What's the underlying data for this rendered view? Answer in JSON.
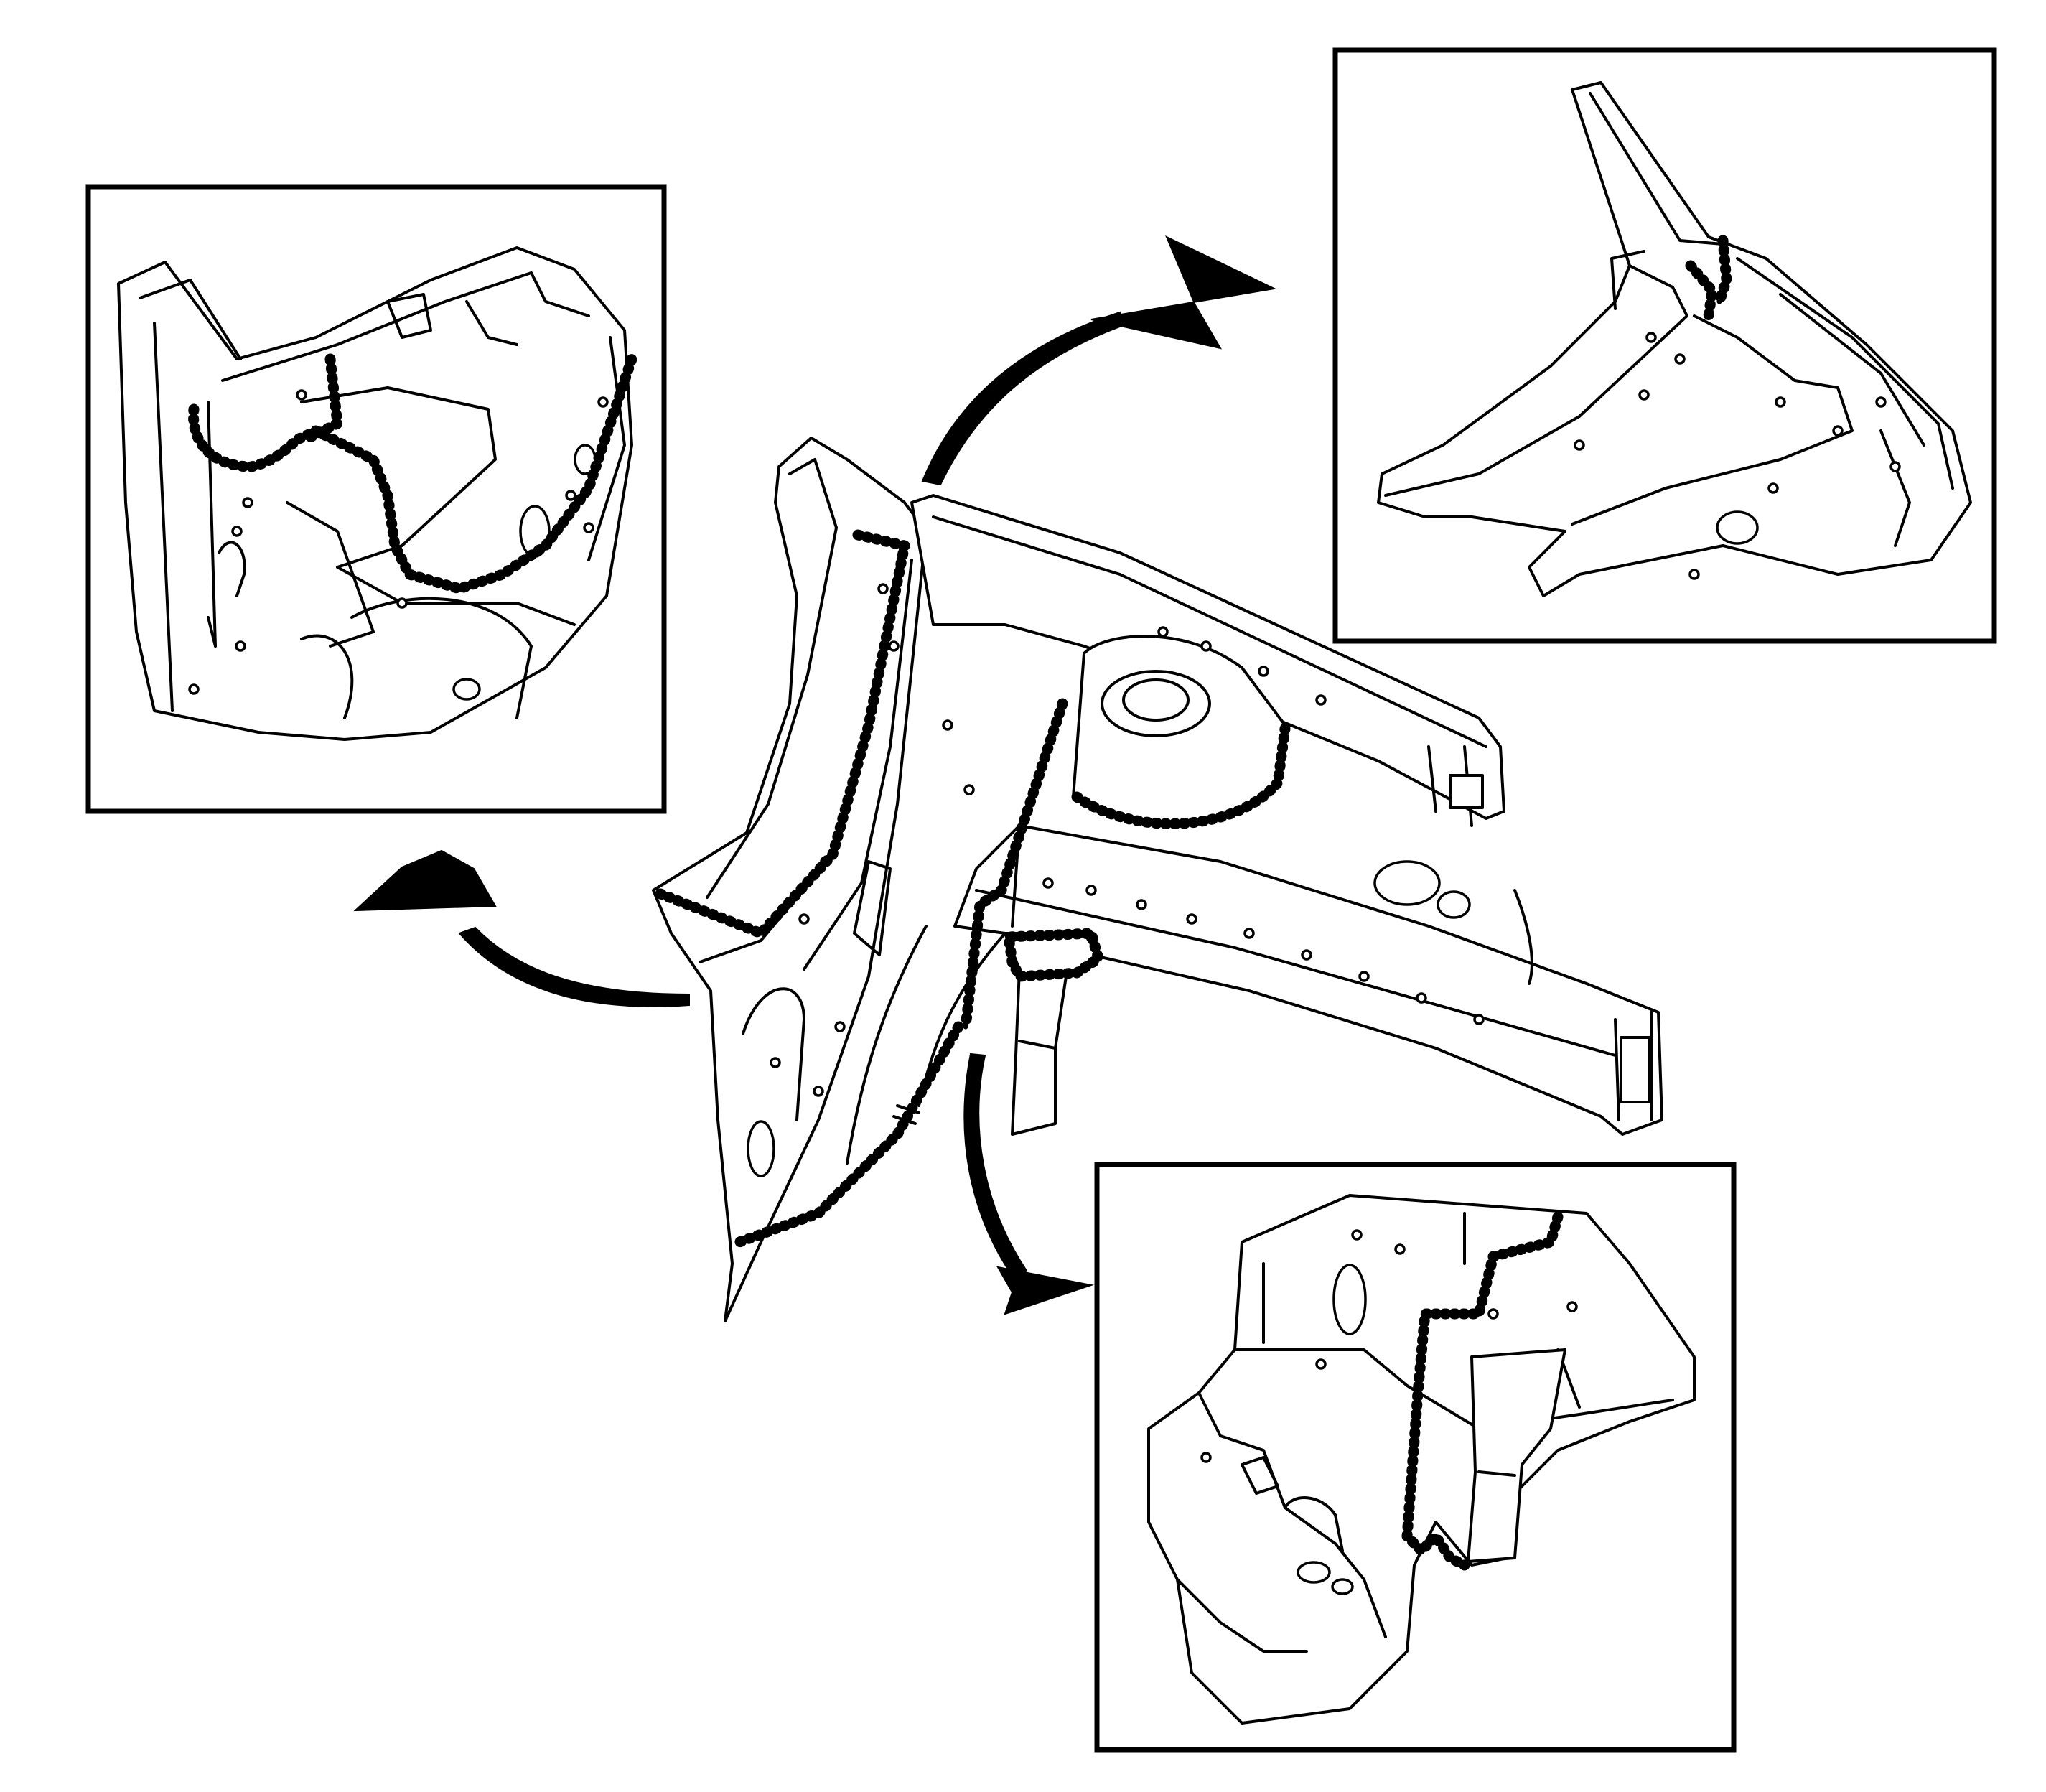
{
  "diagram": {
    "panels": [
      "main-assembly",
      "detail-top-left",
      "detail-top-right",
      "detail-bottom-right"
    ],
    "colors": {
      "stroke": "#000000",
      "background": "#ffffff",
      "weld_marks": "#000000"
    },
    "icons": [
      "weld-seam-icon",
      "callout-arrow-icon"
    ]
  }
}
